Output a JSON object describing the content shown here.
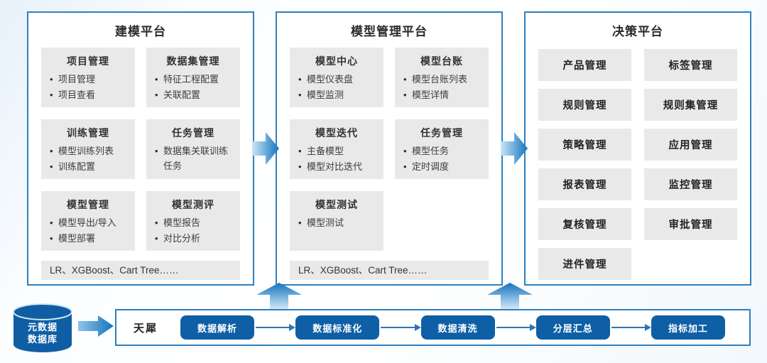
{
  "colors": {
    "panel_border": "#2E80BE",
    "card_bg": "#E9E9E9",
    "pill_blue": "#0E5FA5",
    "arrow_gradient_light": "#CBE5F7",
    "arrow_gradient_dark": "#1374BF",
    "cylinder_blue": "#0F5EA4"
  },
  "panels": [
    {
      "title": "建模平台",
      "cards": [
        {
          "title": "项目管理",
          "items": [
            "项目管理",
            "项目查看"
          ]
        },
        {
          "title": "数据集管理",
          "items": [
            "特征工程配置",
            "关联配置"
          ]
        },
        {
          "title": "训练管理",
          "items": [
            "模型训练列表",
            "训练配置"
          ]
        },
        {
          "title": "任务管理",
          "items": [
            "数据集关联训练任务"
          ]
        },
        {
          "title": "模型管理",
          "items": [
            "模型导出/导入",
            "模型部署"
          ]
        },
        {
          "title": "模型测评",
          "items": [
            "模型报告",
            "对比分析"
          ]
        }
      ],
      "footer": "LR、XGBoost、Cart Tree……"
    },
    {
      "title": "模型管理平台",
      "cards": [
        {
          "title": "模型中心",
          "items": [
            "模型仪表盘",
            "模型监测"
          ]
        },
        {
          "title": "模型台账",
          "items": [
            "模型台账列表",
            "模型详情"
          ]
        },
        {
          "title": "模型迭代",
          "items": [
            "主备模型",
            "模型对比迭代"
          ]
        },
        {
          "title": "任务管理",
          "items": [
            "模型任务",
            "定时调度"
          ]
        },
        {
          "title": "模型测试",
          "items": [
            "模型测试"
          ]
        }
      ],
      "footer": "LR、XGBoost、Cart Tree……"
    },
    {
      "title": "决策平台",
      "cells": [
        "产品管理",
        "标签管理",
        "规则管理",
        "规则集管理",
        "策略管理",
        "应用管理",
        "报表管理",
        "监控管理",
        "复核管理",
        "审批管理",
        "进件管理"
      ]
    }
  ],
  "pipeline": {
    "source_db": {
      "lines": [
        "元数据",
        "数据库"
      ]
    },
    "system_label": "天犀",
    "stages": [
      "数据解析",
      "数据标准化",
      "数据清洗",
      "分层汇总",
      "指标加工"
    ]
  }
}
